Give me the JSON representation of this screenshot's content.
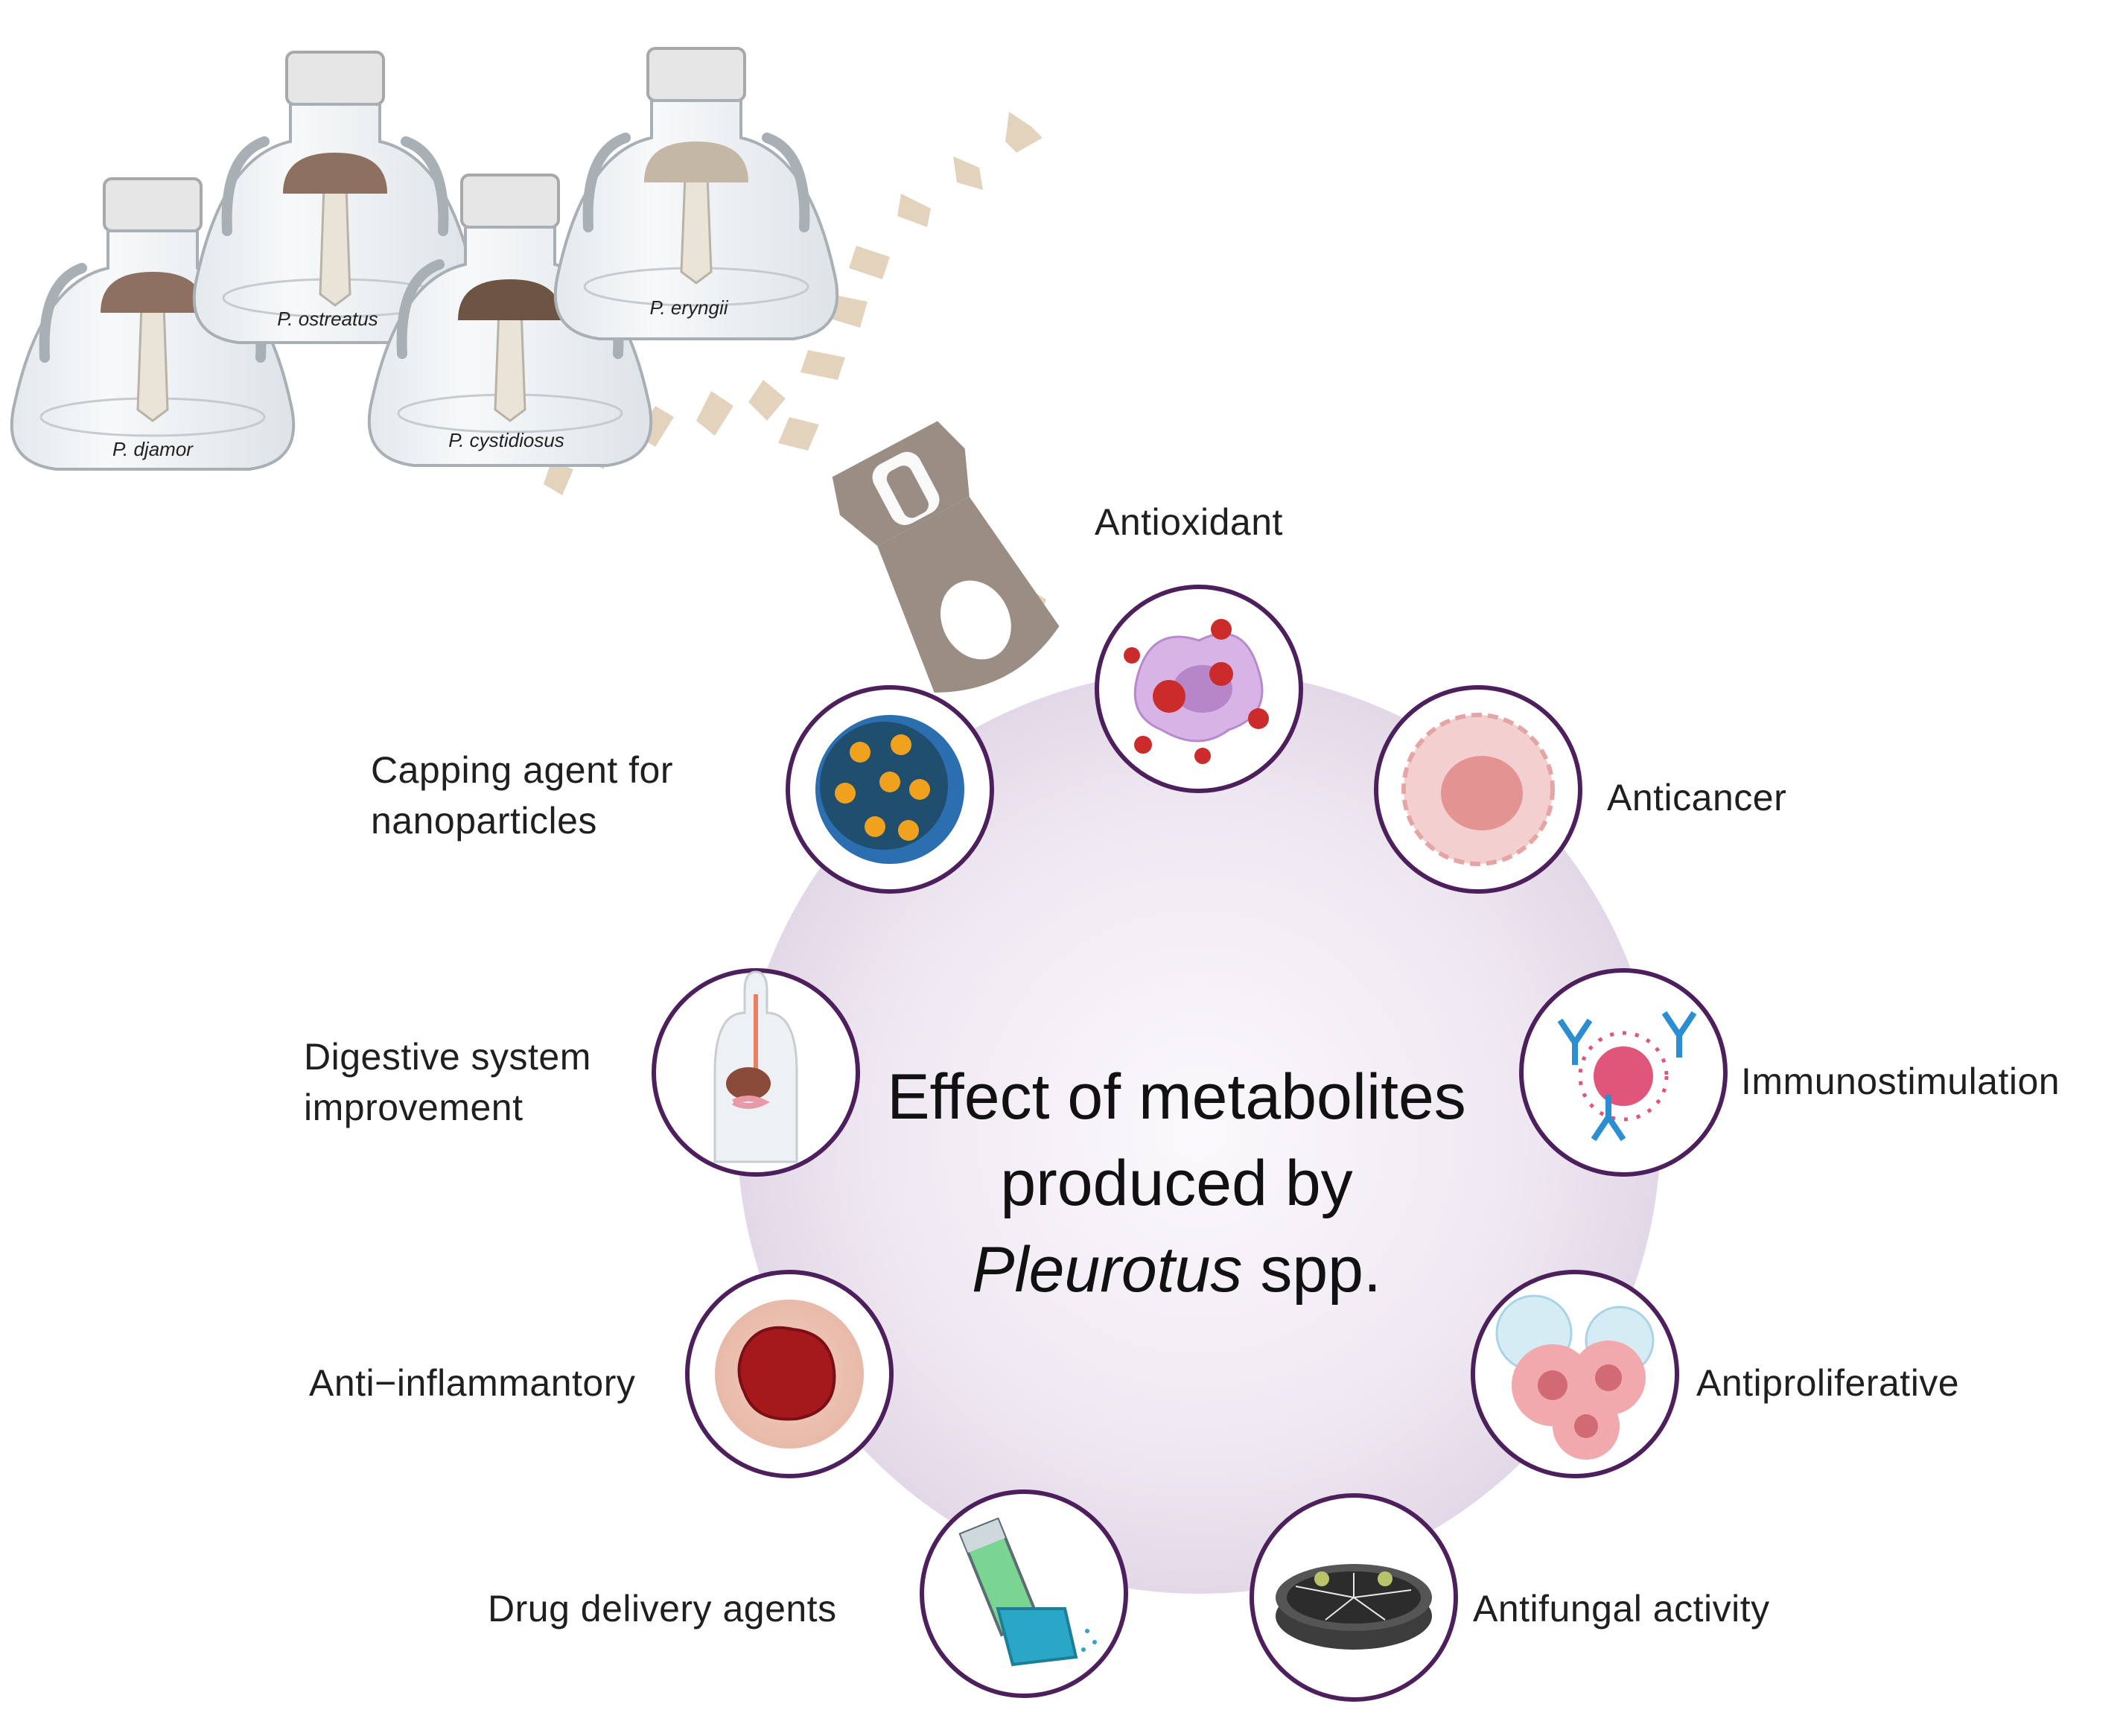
{
  "center": {
    "line1": "Effect of metabolites",
    "line2": "produced by",
    "line3_italic": "Pleurotus",
    "line3_rest": " spp."
  },
  "species": [
    {
      "name": "P. djamor",
      "cap_color": "#8d7060"
    },
    {
      "name": "P. ostreatus",
      "cap_color": "#8d7060"
    },
    {
      "name": "P. cystidiosus",
      "cap_color": "#6e5443"
    },
    {
      "name": "P. eryngii",
      "cap_color": "#c4b7a5"
    }
  ],
  "effects": [
    {
      "id": "antioxidant",
      "label_lines": [
        "Antioxidant"
      ],
      "icon": "ros-cell-icon"
    },
    {
      "id": "anticancer",
      "label_lines": [
        "Anticancer"
      ],
      "icon": "cancer-cell-icon"
    },
    {
      "id": "immunostimulation",
      "label_lines": [
        "Immunostimulation"
      ],
      "icon": "virus-antibody-icon"
    },
    {
      "id": "antiproliferative",
      "label_lines": [
        "Antiproliferative"
      ],
      "icon": "proliferating-cells-icon"
    },
    {
      "id": "antifungal",
      "label_lines": [
        "Antifungal activity"
      ],
      "icon": "petri-dish-icon"
    },
    {
      "id": "drug-delivery",
      "label_lines": [
        "Drug delivery agents"
      ],
      "icon": "inhaler-icon"
    },
    {
      "id": "anti-inflammatory",
      "label_lines": [
        "Anti−inflammantory"
      ],
      "icon": "inflamed-wound-icon"
    },
    {
      "id": "digestive",
      "label_lines": [
        "Digestive system",
        "improvement"
      ],
      "icon": "digestive-system-icon"
    },
    {
      "id": "capping",
      "label_lines": [
        "Capping agent for",
        "nanoparticles"
      ],
      "icon": "nanoparticle-icon"
    }
  ],
  "colors": {
    "ring_border": "#4d1f5c",
    "hub_fill": "#ece4ef",
    "rays": "#e3d3bd",
    "zipper": "#9a8d84"
  }
}
